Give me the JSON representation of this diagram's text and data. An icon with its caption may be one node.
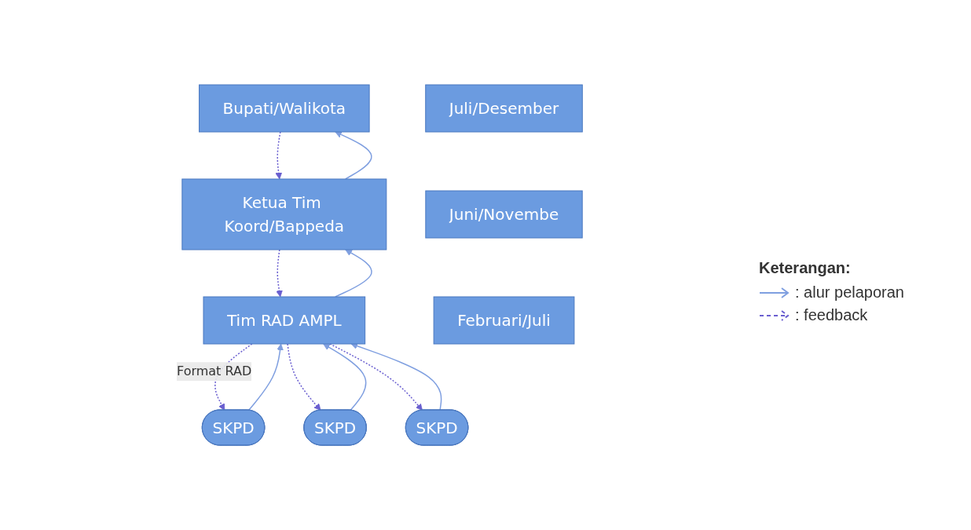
{
  "diagram": {
    "nodes": [
      {
        "text": [
          "Bupati/Walikota"
        ]
      },
      {
        "text": [
          "Juli/Desember"
        ]
      },
      {
        "text": [
          "Ketua Tim Koord/Bappeda"
        ]
      },
      {
        "text": [
          "Juni/Novembe"
        ]
      },
      {
        "text": [
          "Tim RAD AMPL"
        ]
      },
      {
        "text": [
          "Februari/Juli"
        ]
      },
      {
        "text": [
          "SKPD"
        ]
      },
      {
        "text": [
          "SKPD"
        ]
      },
      {
        "text": [
          "SKPD"
        ]
      }
    ],
    "edges": [
      {
        "from": 2,
        "to": 0,
        "arrow": "to",
        "color": "#7f9fe0"
      },
      {
        "from": 0,
        "to": 2,
        "arrow": "to",
        "style": "dashed",
        "color": "#6a5fd0"
      },
      {
        "from": 4,
        "to": 2,
        "arrow": "to",
        "color": "#7f9fe0"
      },
      {
        "from": 2,
        "to": 4,
        "arrow": "to",
        "style": "dashed",
        "color": "#6a5fd0"
      },
      {
        "from": 6,
        "to": 4,
        "arrow": "to",
        "color": "#7f9fe0"
      },
      {
        "from": 4,
        "to": 6,
        "arrow": "to",
        "style": "dashed",
        "color": "#6a5fd0",
        "label": "Format RAD"
      },
      {
        "from": 7,
        "to": 4,
        "arrow": "to",
        "color": "#7f9fe0"
      },
      {
        "from": 4,
        "to": 7,
        "arrow": "to",
        "style": "dashed",
        "color": "#6a5fd0"
      },
      {
        "from": 8,
        "to": 4,
        "arrow": "to",
        "color": "#7f9fe0"
      },
      {
        "from": 4,
        "to": 8,
        "arrow": "to",
        "style": "dashed",
        "color": "#6a5fd0"
      }
    ],
    "labels": [
      "Keterangan:"
    ],
    "legend": [
      {
        "text": ": alur pelaporan"
      },
      {
        "text": ": feedback"
      }
    ]
  }
}
